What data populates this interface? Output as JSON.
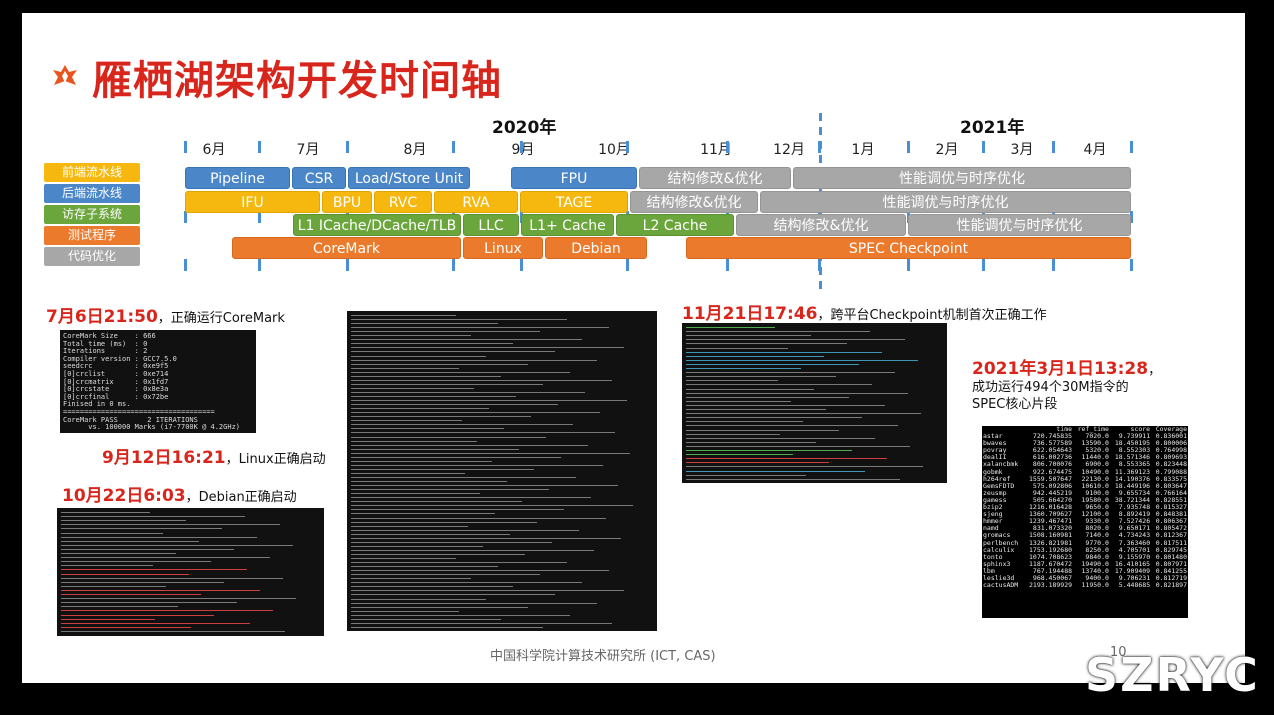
{
  "title": "雁栖湖架构开发时间轴",
  "years": [
    "2020年",
    "2021年"
  ],
  "months": [
    "6月",
    "7月",
    "8月",
    "9月",
    "10月",
    "11月",
    "12月",
    "1月",
    "2月",
    "3月",
    "4月"
  ],
  "legend": [
    {
      "label": "前端流水线",
      "color": "#f6b80f"
    },
    {
      "label": "后端流水线",
      "color": "#4a86c8"
    },
    {
      "label": "访存子系统",
      "color": "#6ba63c"
    },
    {
      "label": "测试程序",
      "color": "#ec7a2c"
    },
    {
      "label": "代码优化",
      "color": "#a7a7a7"
    }
  ],
  "rows": {
    "backend": [
      "Pipeline",
      "CSR",
      "Load/Store Unit",
      "FPU",
      "结构修改&优化",
      "性能调优与时序优化"
    ],
    "frontend": [
      "IFU",
      "BPU",
      "RVC",
      "RVA",
      "TAGE",
      "结构修改&优化",
      "性能调优与时序优化"
    ],
    "memory": [
      "L1 ICache/DCache/TLB",
      "LLC",
      "L1+ Cache",
      "L2 Cache",
      "结构修改&优化",
      "性能调优与时序优化"
    ],
    "test": [
      "CoreMark",
      "Linux",
      "Debian",
      "SPEC Checkpoint"
    ]
  },
  "annotations": {
    "coremark": {
      "time": "7月6日21:50",
      "text": "，正确运行CoreMark"
    },
    "linux": {
      "time": "9月12日16:21",
      "text": "，Linux正确启动"
    },
    "debian": {
      "time": "10月22日6:03",
      "text": "，Debian正确启动"
    },
    "checkpoint": {
      "time": "11月21日17:46",
      "text": "，跨平台Checkpoint机制首次正确工作"
    },
    "spec": {
      "time": "2021年3月1日13:28",
      "text1": "，",
      "text2": "成功运行494个30M指令的",
      "text3": "SPEC核心片段"
    }
  },
  "coremark_output": "CoreMark Size    : 666\nTotal time (ms)  : 0\nIterations       : 2\nCompiler version : GCC7.5.0\nseedcrc          : 0xe9f5\n[0]crclist       : 0xe714\n[0]crcmatrix     : 0x1fd7\n[0]crcstate      : 0x8e3a\n[0]crcfinal      : 0x72be\nFinised in 0 ms.\n====================================\nCoreMark PASS       2 ITERATIONS\n      vs. 100000 Marks (i7-7700K @ 4.2GHz)",
  "spec_table": {
    "headers": [
      "",
      "time",
      "ref_time",
      "score",
      "Coverage"
    ],
    "rows": [
      [
        "astar",
        "720.745835",
        "7020.0",
        "9.739911",
        "0.836001"
      ],
      [
        "bwaves",
        "736.577589",
        "13590.0",
        "18.450195",
        "0.800006"
      ],
      [
        "povray",
        "622.054643",
        "5320.0",
        "8.552303",
        "0.764998"
      ],
      [
        "dealII",
        "616.002736",
        "11440.0",
        "18.571346",
        "0.809693"
      ],
      [
        "xalancbmk",
        "806.700076",
        "6900.0",
        "8.553365",
        "0.823448"
      ],
      [
        "gobmk",
        "922.674475",
        "10490.0",
        "11.369123",
        "0.799088"
      ],
      [
        "h264ref",
        "1559.507647",
        "22130.0",
        "14.190376",
        "0.833575"
      ],
      [
        "GemsFDTD",
        "575.092806",
        "10610.0",
        "18.449196",
        "0.803647"
      ],
      [
        "zeusmp",
        "942.445219",
        "9100.0",
        "9.655734",
        "0.766164"
      ],
      [
        "gamess",
        "505.664270",
        "19580.0",
        "38.721344",
        "0.828551"
      ],
      [
        "bzip2",
        "1216.016428",
        "9650.0",
        "7.935748",
        "0.815327"
      ],
      [
        "sjeng",
        "1360.709627",
        "12100.0",
        "8.892419",
        "0.848381"
      ],
      [
        "hmmer",
        "1239.467471",
        "9330.0",
        "7.527426",
        "0.806367"
      ],
      [
        "namd",
        "831.073320",
        "8020.0",
        "9.650171",
        "0.805472"
      ],
      [
        "gromacs",
        "1508.160981",
        "7140.0",
        "4.734243",
        "0.812367"
      ],
      [
        "perlbench",
        "1326.821981",
        "9770.0",
        "7.363460",
        "0.817511"
      ],
      [
        "calculix",
        "1753.192680",
        "8250.0",
        "4.705701",
        "0.829745"
      ],
      [
        "tonto",
        "1074.708623",
        "9840.0",
        "9.155970",
        "0.801480"
      ],
      [
        "sphinx3",
        "1187.670472",
        "19490.0",
        "16.410165",
        "0.807971"
      ],
      [
        "lbm",
        "767.194488",
        "13740.0",
        "17.909409",
        "0.841255"
      ],
      [
        "leslie3d",
        "968.450067",
        "9400.0",
        "9.706231",
        "0.812719"
      ],
      [
        "cactusADM",
        "2193.189929",
        "11950.0",
        "5.448685",
        "0.821897"
      ]
    ]
  },
  "footer": "中国科学院计算技术研究所 (ICT, CAS)",
  "page_number": "10",
  "watermark": "SZRYC"
}
